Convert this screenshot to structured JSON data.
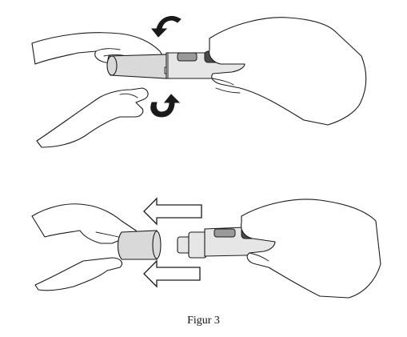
{
  "figure": {
    "caption": "Figur 3",
    "panels": [
      {
        "name": "twist-cap-step",
        "arrows": [
          "curved-rotation-arrow-top",
          "curved-rotation-arrow-bottom"
        ]
      },
      {
        "name": "pull-cap-off-step",
        "arrows": [
          "left-arrow-outline-top",
          "left-arrow-outline-bottom"
        ]
      }
    ]
  },
  "colors": {
    "ink": "#1a1a1a",
    "device_body": "#e6e6e6",
    "device_window_dark": "#4a4a4a",
    "device_window_mid": "#9a9a9a"
  }
}
